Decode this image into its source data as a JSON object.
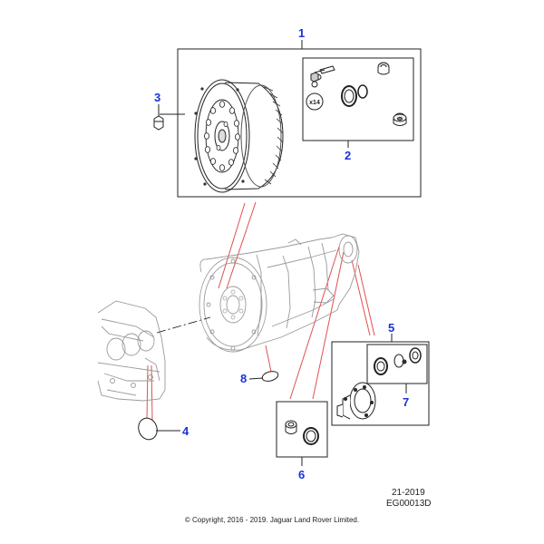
{
  "callouts": {
    "c1": "1",
    "c2": "2",
    "c3": "3",
    "c4": "4",
    "c5": "5",
    "c6": "6",
    "c7": "7",
    "c8": "8"
  },
  "washer_qty": "x14",
  "drawing_date": "21-2019",
  "drawing_code": "EG00013D",
  "copyright": "© Copyright, 2016 - 2019. Jaguar Land Rover Limited.",
  "colors": {
    "callout": "#1a33d6",
    "leader_red": "#e05050",
    "line_dark": "#222222",
    "ghost_line": "#9a9a9a"
  }
}
